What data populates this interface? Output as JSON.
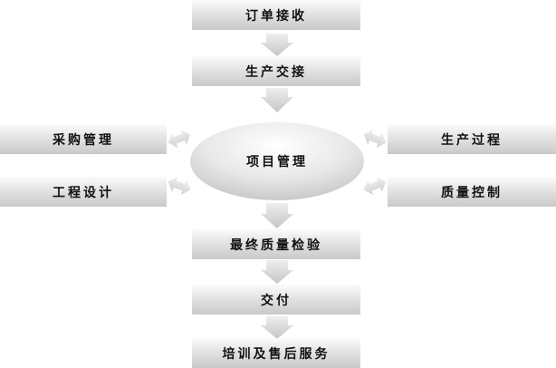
{
  "flow": {
    "order_receipt": "订单接收",
    "production_handover": "生产交接",
    "project_management": "项目管理",
    "final_inspection": "最终质量检验",
    "delivery": "交付",
    "training_service": "培训及售后服务"
  },
  "left": {
    "procurement": "采购管理",
    "engineering_design": "工程设计"
  },
  "right": {
    "production_process": "生产过程",
    "quality_control": "质量控制"
  },
  "colors": {
    "box_light": "#fbfbfb",
    "box_dark": "#c9c9c9",
    "arrow": "#cfcfcf",
    "ellipse_dark": "#c7c7c7",
    "text": "#111111"
  }
}
